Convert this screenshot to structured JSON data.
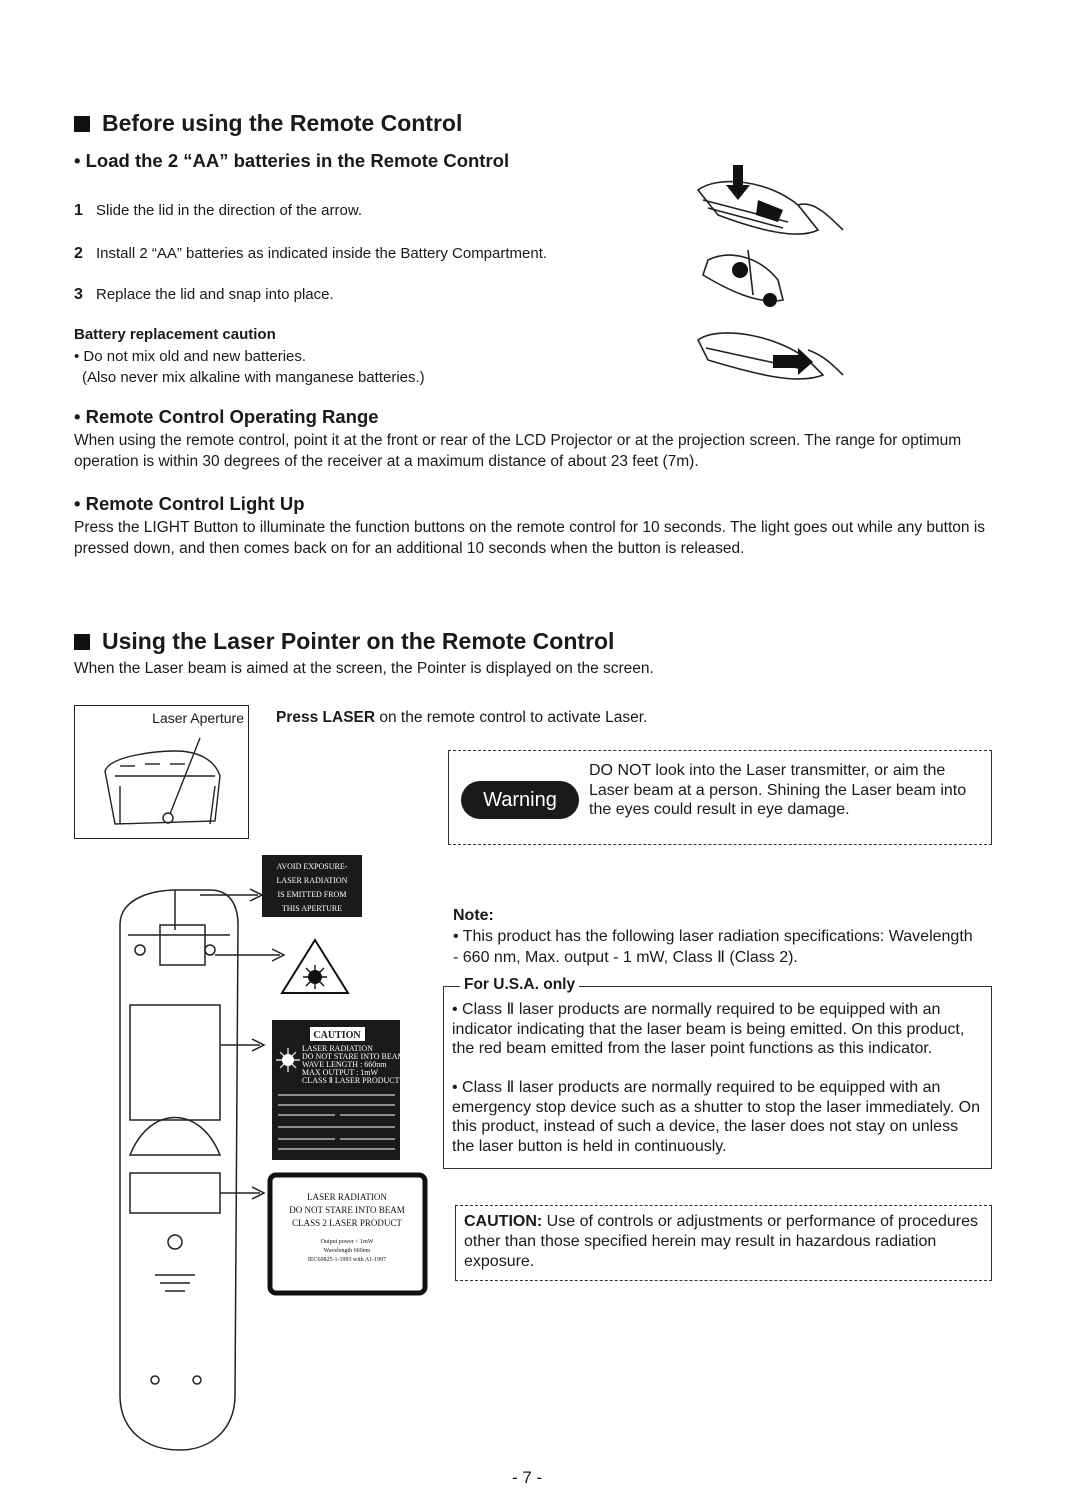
{
  "section1": {
    "title": "Before using the Remote Control",
    "sub1": {
      "title": "• Load the 2 “AA” batteries in the Remote Control",
      "steps": [
        {
          "num": "1",
          "text": "Slide the lid in the direction of the arrow."
        },
        {
          "num": "2",
          "text": "Install 2 “AA” batteries as indicated inside the Battery Compartment."
        },
        {
          "num": "3",
          "text": "Replace the lid and snap into place."
        }
      ],
      "caution_title": "Battery replacement caution",
      "caution_lines": [
        "• Do not mix old and new batteries.",
        "(Also never mix alkaline with manganese batteries.)"
      ]
    },
    "sub2": {
      "title": "• Remote Control Operating Range",
      "text": "When using the remote control, point it at the front or rear of the LCD Projector or at the projection screen. The range for optimum operation is within 30 degrees of the receiver at a maximum distance of about 23 feet (7m)."
    },
    "sub3": {
      "title": "• Remote Control Light Up",
      "text": "Press the LIGHT Button to illuminate the function buttons on the remote control for 10 seconds. The light goes out while any button is pressed down, and then comes back on for an additional 10 seconds when the button is released."
    }
  },
  "section2": {
    "title": "Using the Laser Pointer on the Remote Control",
    "intro": "When the Laser beam is aimed at the screen, the Pointer is displayed on the screen.",
    "aperture_label": "Laser Aperture",
    "press_bold": "Press LASER",
    "press_rest": " on the remote control to activate Laser.",
    "warning_badge": "Warning",
    "warning_text": "DO NOT look into the Laser transmitter, or aim the Laser beam at a person. Shining the Laser beam into the eyes could result in eye damage.",
    "note_title": "Note:",
    "note_text": "• This product has the following laser radiation specifications: Wavelength - 660 nm, Max. output - 1 mW, Class Ⅱ (Class 2).",
    "usa_title": "For U.S.A. only",
    "usa_items": [
      "• Class Ⅱ laser products are normally required to be equipped with an indicator indicating that the laser beam is being emitted. On this product, the red beam emitted from the laser point functions as this indicator.",
      "• Class Ⅱ laser products are normally required to be equipped with an emergency stop device such as a shutter to stop the laser immediately. On this product, instead of such a device, the laser does not stay on unless the laser button is held in continuously."
    ],
    "caution_bold": "CAUTION:",
    "caution_rest": " Use of controls or adjustments or performance of procedures other than those specified herein may result in hazardous radiation exposure.",
    "labels": {
      "avoid": [
        "AVOID EXPOSURE-",
        "LASER RADIATION",
        "IS EMITTED FROM",
        "THIS APERTURE"
      ],
      "caution_head": "CAUTION",
      "caution_lines": [
        "LASER RADIATION",
        "DO NOT STARE INTO BEAM",
        "WAVE LENGTH : 660nm",
        "MAX OUTPUT : 1mW",
        "CLASS Ⅱ LASER PRODUCT"
      ],
      "bottom": [
        "LASER RADIATION",
        "DO NOT STARE INTO BEAM",
        "CLASS 2 LASER PRODUCT",
        "Output power < 1mW",
        "Wavelength 660nm",
        "IEC60825-1-1993 with A1-1997"
      ]
    }
  },
  "page_number": "- 7 -"
}
